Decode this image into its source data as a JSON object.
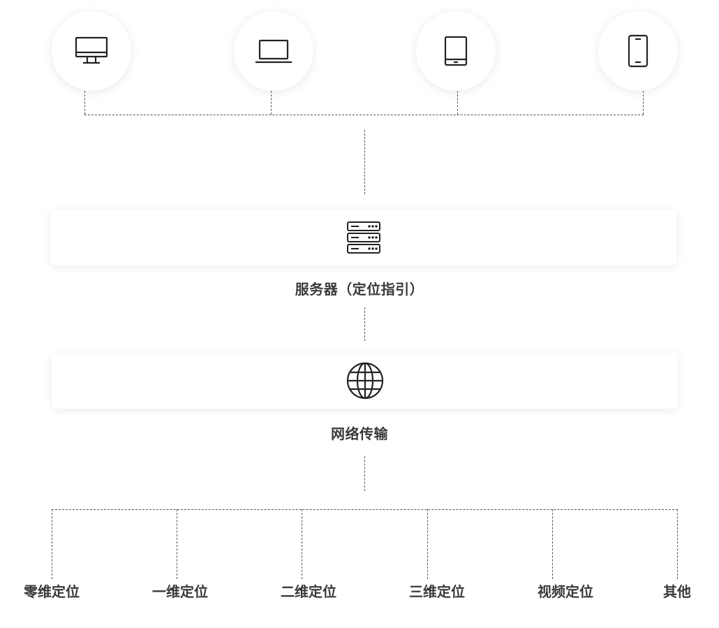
{
  "devices": [
    {
      "icon": "desktop-monitor-icon"
    },
    {
      "icon": "laptop-icon"
    },
    {
      "icon": "tablet-icon"
    },
    {
      "icon": "smartphone-icon"
    }
  ],
  "server": {
    "icon": "server-rack-icon",
    "label": "服务器（定位指引）"
  },
  "network": {
    "icon": "globe-icon",
    "label": "网络传输"
  },
  "categories": [
    "零维定位",
    "一维定位",
    "二维定位",
    "三维定位",
    "视频定位",
    "其他"
  ],
  "colors": {
    "line": "#555555",
    "text": "#3a3a3a",
    "icon": "#222222"
  }
}
